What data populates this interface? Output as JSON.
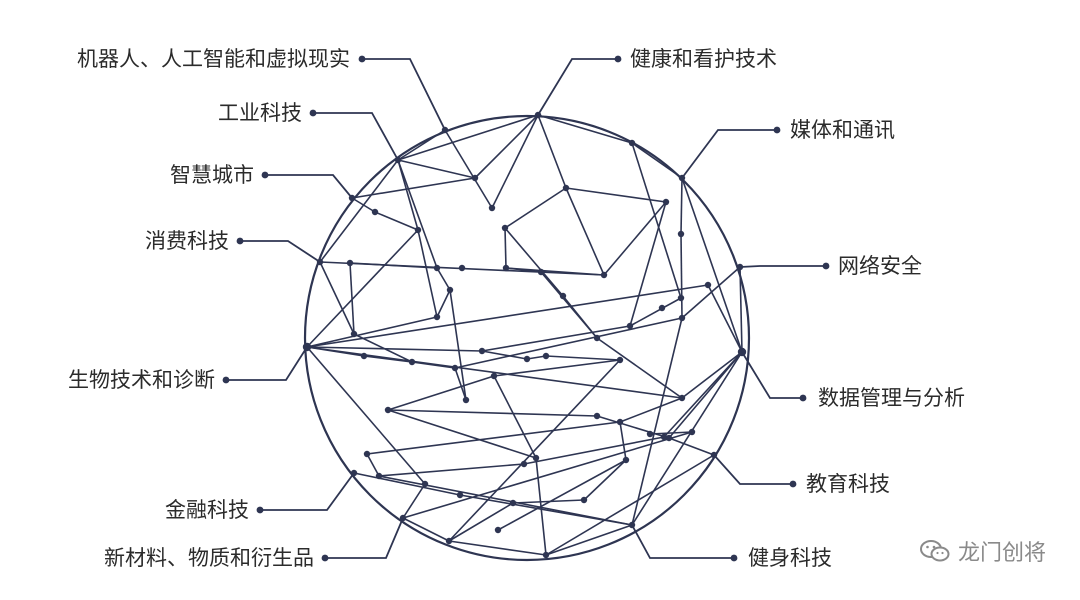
{
  "diagram": {
    "colors": {
      "line": "#2e3552",
      "text": "#2b2b2b",
      "watermark": "#8a8a8a"
    },
    "labels_left": [
      "机器人、人工智能和虚拟现实",
      "工业科技",
      "智慧城市",
      "消费科技",
      "生物技术和诊断",
      "金融科技",
      "新材料、物质和衍生品"
    ],
    "labels_right": [
      "健康和看护技术",
      "媒体和通讯",
      "网络安全",
      "数据管理与分析",
      "教育科技",
      "健身科技"
    ]
  },
  "watermark": {
    "text": "龙门创将",
    "icon": "wechat-icon"
  }
}
